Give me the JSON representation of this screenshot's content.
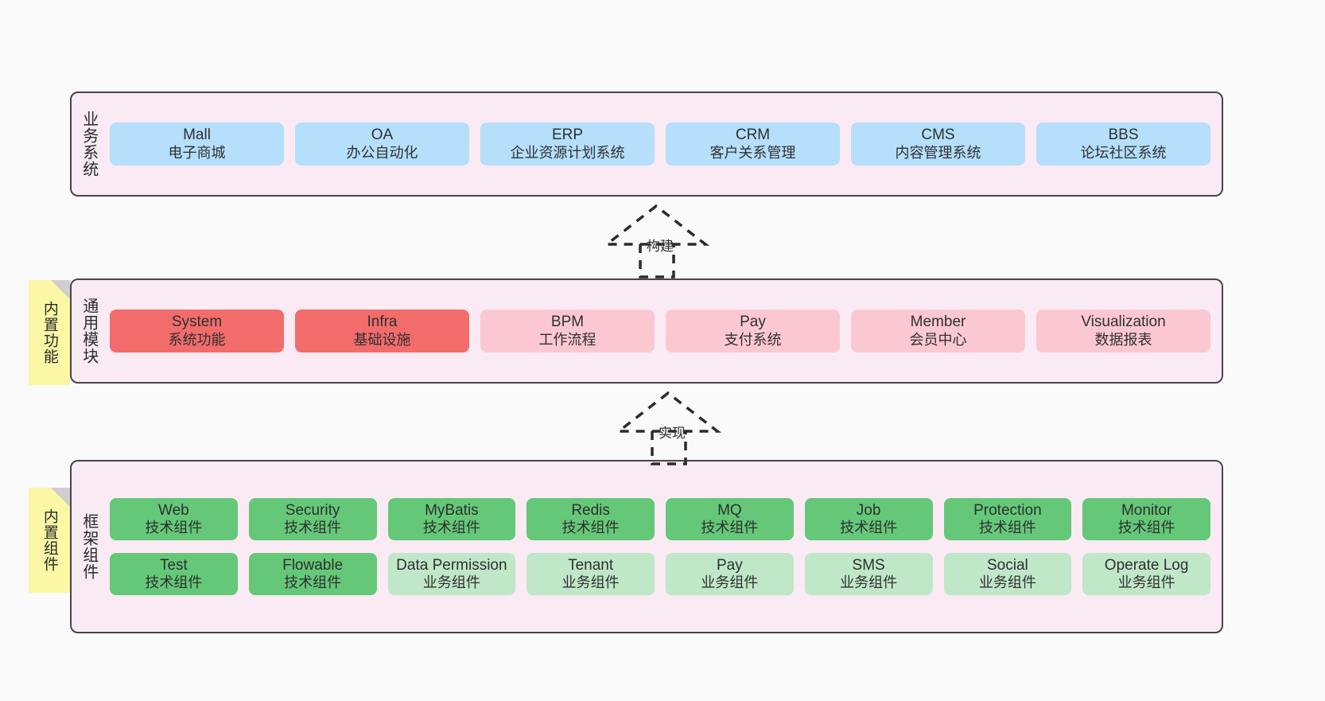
{
  "diagram": {
    "background": "#fafafa",
    "layer_fill": "#f9eaf4",
    "layer_border": "#4a444a",
    "note_fill": "#fbf7a5"
  },
  "notes": [
    {
      "text": "内置功能",
      "name": "note-builtin-features"
    },
    {
      "text": "内置组件",
      "name": "note-builtin-components"
    }
  ],
  "connectors": [
    {
      "label": "构建",
      "name": "connector-build",
      "style": "dashed-generalization-up"
    },
    {
      "label": "实现",
      "name": "connector-implement",
      "style": "dashed-generalization-up"
    }
  ],
  "layers": [
    {
      "id": "business-system",
      "title": "业务系统",
      "rows": [
        {
          "cards": [
            {
              "en": "Mall",
              "cn": "电子商城",
              "color": "#b5dffb",
              "tone": "blue"
            },
            {
              "en": "OA",
              "cn": "办公自动化",
              "color": "#b5dffb",
              "tone": "blue"
            },
            {
              "en": "ERP",
              "cn": "企业资源计划系统",
              "color": "#b5dffb",
              "tone": "blue"
            },
            {
              "en": "CRM",
              "cn": "客户关系管理",
              "color": "#b5dffb",
              "tone": "blue"
            },
            {
              "en": "CMS",
              "cn": "内容管理系统",
              "color": "#b5dffb",
              "tone": "blue"
            },
            {
              "en": "BBS",
              "cn": "论坛社区系统",
              "color": "#b5dffb",
              "tone": "blue"
            }
          ]
        }
      ]
    },
    {
      "id": "common-module",
      "title": "通用模块",
      "rows": [
        {
          "cards": [
            {
              "en": "System",
              "cn": "系统功能",
              "color": "#f26c6c",
              "tone": "red"
            },
            {
              "en": "Infra",
              "cn": "基础设施",
              "color": "#f26c6c",
              "tone": "red"
            },
            {
              "en": "BPM",
              "cn": "工作流程",
              "color": "#fbc8d2",
              "tone": "pink"
            },
            {
              "en": "Pay",
              "cn": "支付系统",
              "color": "#fbc8d2",
              "tone": "pink"
            },
            {
              "en": "Member",
              "cn": "会员中心",
              "color": "#fbc8d2",
              "tone": "pink"
            },
            {
              "en": "Visualization",
              "cn": "数据报表",
              "color": "#fbc8d2",
              "tone": "pink"
            }
          ]
        }
      ]
    },
    {
      "id": "framework-component",
      "title": "框架组件",
      "rows": [
        {
          "cards": [
            {
              "en": "Web",
              "cn": "技术组件",
              "color": "#64c878",
              "tone": "green"
            },
            {
              "en": "Security",
              "cn": "技术组件",
              "color": "#64c878",
              "tone": "green"
            },
            {
              "en": "MyBatis",
              "cn": "技术组件",
              "color": "#64c878",
              "tone": "green"
            },
            {
              "en": "Redis",
              "cn": "技术组件",
              "color": "#64c878",
              "tone": "green"
            },
            {
              "en": "MQ",
              "cn": "技术组件",
              "color": "#64c878",
              "tone": "green"
            },
            {
              "en": "Job",
              "cn": "技术组件",
              "color": "#64c878",
              "tone": "green"
            },
            {
              "en": "Protection",
              "cn": "技术组件",
              "color": "#64c878",
              "tone": "green"
            },
            {
              "en": "Monitor",
              "cn": "技术组件",
              "color": "#64c878",
              "tone": "green"
            }
          ]
        },
        {
          "cards": [
            {
              "en": "Test",
              "cn": "技术组件",
              "color": "#64c878",
              "tone": "green"
            },
            {
              "en": "Flowable",
              "cn": "技术组件",
              "color": "#64c878",
              "tone": "green"
            },
            {
              "en": "Data Permission",
              "cn": "业务组件",
              "color": "#bfe7c8",
              "tone": "lightgreen"
            },
            {
              "en": "Tenant",
              "cn": "业务组件",
              "color": "#bfe7c8",
              "tone": "lightgreen"
            },
            {
              "en": "Pay",
              "cn": "业务组件",
              "color": "#bfe7c8",
              "tone": "lightgreen"
            },
            {
              "en": "SMS",
              "cn": "业务组件",
              "color": "#bfe7c8",
              "tone": "lightgreen"
            },
            {
              "en": "Social",
              "cn": "业务组件",
              "color": "#bfe7c8",
              "tone": "lightgreen"
            },
            {
              "en": "Operate Log",
              "cn": "业务组件",
              "color": "#bfe7c8",
              "tone": "lightgreen"
            }
          ]
        }
      ]
    }
  ]
}
